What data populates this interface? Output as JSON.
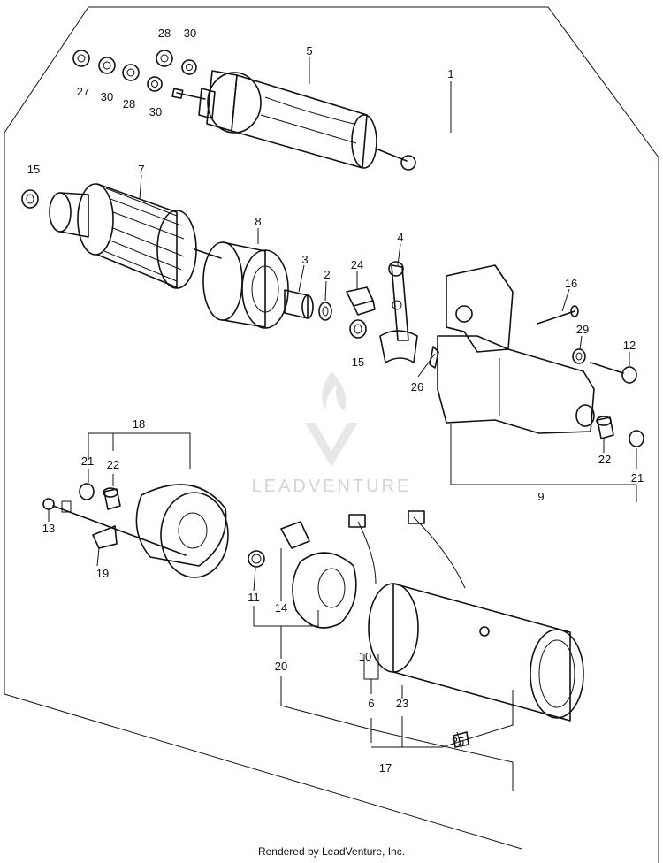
{
  "watermark": {
    "text": "LEADVENTURE"
  },
  "footer": {
    "text": "Rendered by LeadVenture, Inc."
  },
  "callouts": {
    "c1": "1",
    "c2": "2",
    "c3": "3",
    "c4": "4",
    "c5": "5",
    "c6": "6",
    "c7": "7",
    "c8": "8",
    "c9": "9",
    "c10": "10",
    "c11": "11",
    "c12": "12",
    "c13": "13",
    "c14": "14",
    "c15a": "15",
    "c15b": "15",
    "c16": "16",
    "c17": "17",
    "c18": "18",
    "c19": "19",
    "c20": "20",
    "c21a": "21",
    "c21b": "21",
    "c22a": "22",
    "c22b": "22",
    "c23": "23",
    "c24": "24",
    "c25": "25",
    "c26": "26",
    "c27": "27",
    "c28a": "28",
    "c28b": "28",
    "c29": "29",
    "c30a": "30",
    "c30b": "30",
    "c30c": "30"
  },
  "colors": {
    "line": "#111111",
    "watermark": "#d4d4d4",
    "background": "#ffffff"
  }
}
